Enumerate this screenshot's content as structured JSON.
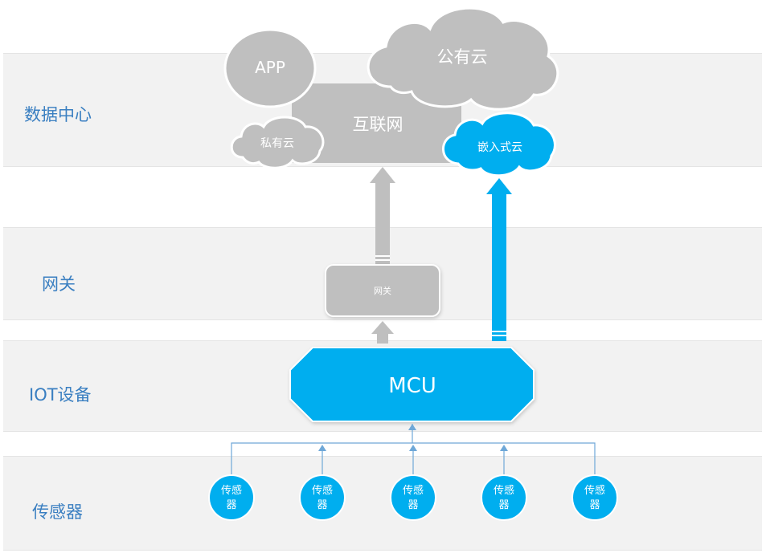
{
  "layers": {
    "datacenter": "数据中心",
    "gateway": "网关",
    "iot": "IOT设备",
    "sensor": "传感器"
  },
  "nodes": {
    "app": "APP",
    "public_cloud": "公有云",
    "internet": "互联网",
    "private_cloud": "私有云",
    "embedded_cloud": "嵌入式云",
    "gateway_box": "网关",
    "mcu": "MCU"
  },
  "sensors": [
    {
      "line1": "传感",
      "line2": "器"
    },
    {
      "line1": "传感",
      "line2": "器"
    },
    {
      "line1": "传感",
      "line2": "器"
    },
    {
      "line1": "传感",
      "line2": "器"
    },
    {
      "line1": "传感",
      "line2": "器"
    }
  ],
  "colors": {
    "accent_blue": "#00aeef",
    "gray_shape": "#bfbfbf",
    "band_bg": "#f2f2f2",
    "label_blue": "#3a7fc1"
  }
}
